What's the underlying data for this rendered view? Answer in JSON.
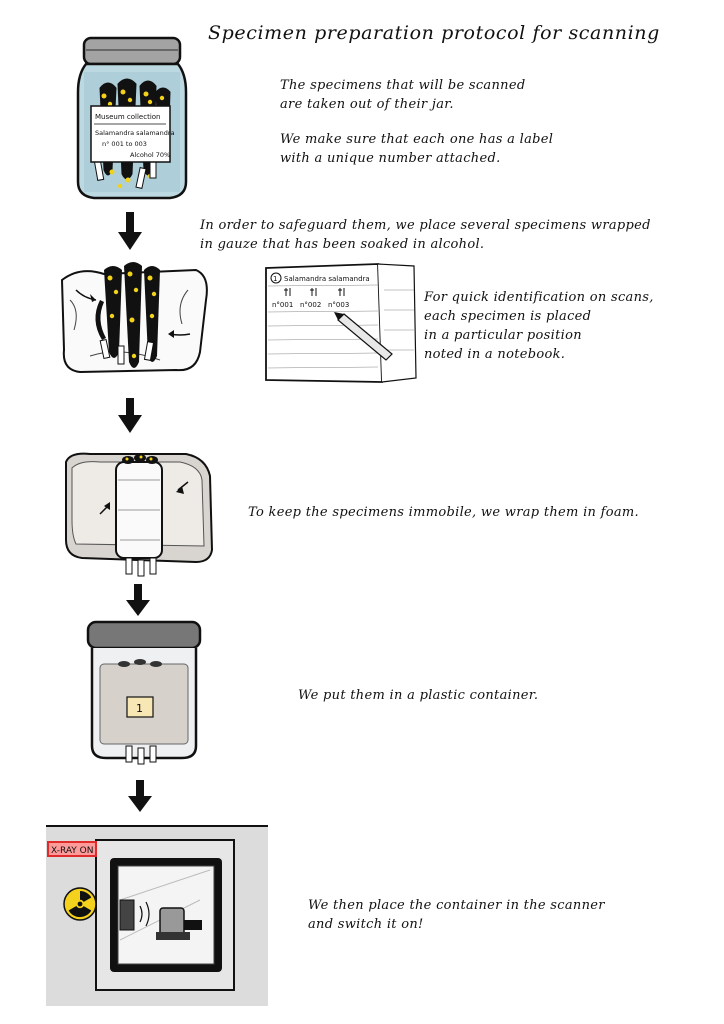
{
  "title": "Specimen preparation protocol for scanning",
  "steps": [
    {
      "lines": [
        "The specimens that will be scanned",
        "are taken out of their jar.",
        "",
        "We make sure that each one has a label",
        "with a unique number attached."
      ],
      "jar_label": {
        "line1": "Museum collection",
        "line2": "Salamandra salamandra",
        "line3": "n° 001 to 003",
        "line4": "Alcohol 70%"
      }
    },
    {
      "lines": [
        "In order to safeguard them, we place several specimens wrapped",
        "in gauze that has been soaked in alcohol."
      ]
    },
    {
      "lines": [
        "For quick identification on scans,",
        "each specimen is placed",
        "in a particular position",
        "noted in a notebook."
      ],
      "notebook": {
        "number": "1",
        "species": "Salamandra salamandra",
        "entries": [
          "n°001",
          "n°002",
          "n°003"
        ]
      }
    },
    {
      "lines": [
        "To keep the specimens immobile, we wrap them in foam."
      ]
    },
    {
      "lines": [
        "We put them in a plastic container."
      ],
      "container_label": "1"
    },
    {
      "lines": [
        "We then place the container in the scanner",
        "and switch it on!"
      ],
      "scanner_sign": "X-RAY ON"
    }
  ],
  "colors": {
    "ink": "#111111",
    "salamander_yellow": "#f2d21a",
    "glass": "#b9d6df",
    "lid": "#9a9a9a",
    "sign_red": "#e02b2b",
    "radiation_yellow": "#f3d11c",
    "scanner_gray": "#dcdcdc",
    "foam": "#d8d4cf"
  },
  "icons": [
    "down-arrow-icon",
    "pencil-icon",
    "radiation-icon"
  ]
}
